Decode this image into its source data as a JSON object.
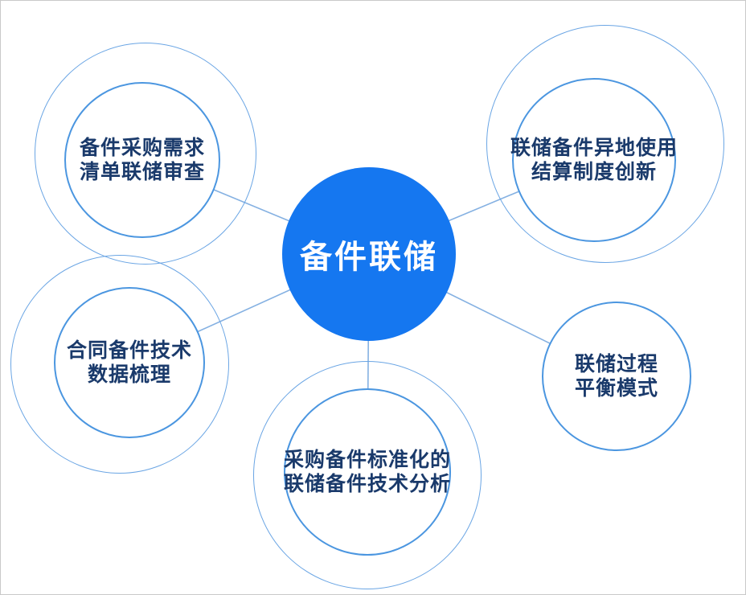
{
  "diagram": {
    "center": {
      "label": "备件联储"
    },
    "nodes": [
      {
        "line1": "备件采购需求",
        "line2": "清单联储审查"
      },
      {
        "line1": "联储备件异地使用",
        "line2": "结算制度创新"
      },
      {
        "line1": "合同备件技术",
        "line2": "数据梳理"
      },
      {
        "line1": "联储过程",
        "line2": "平衡模式"
      },
      {
        "line1": "采购备件标准化的",
        "line2": "联储备件技术分析"
      }
    ],
    "colors": {
      "center_fill": "#1577f0",
      "center_text": "#ffffff",
      "node_border": "#4b96e0",
      "outer_ring": "#6aa5e4",
      "node_text": "#1a3a6b",
      "connector": "#85b1e2",
      "background": "#ffffff"
    }
  }
}
